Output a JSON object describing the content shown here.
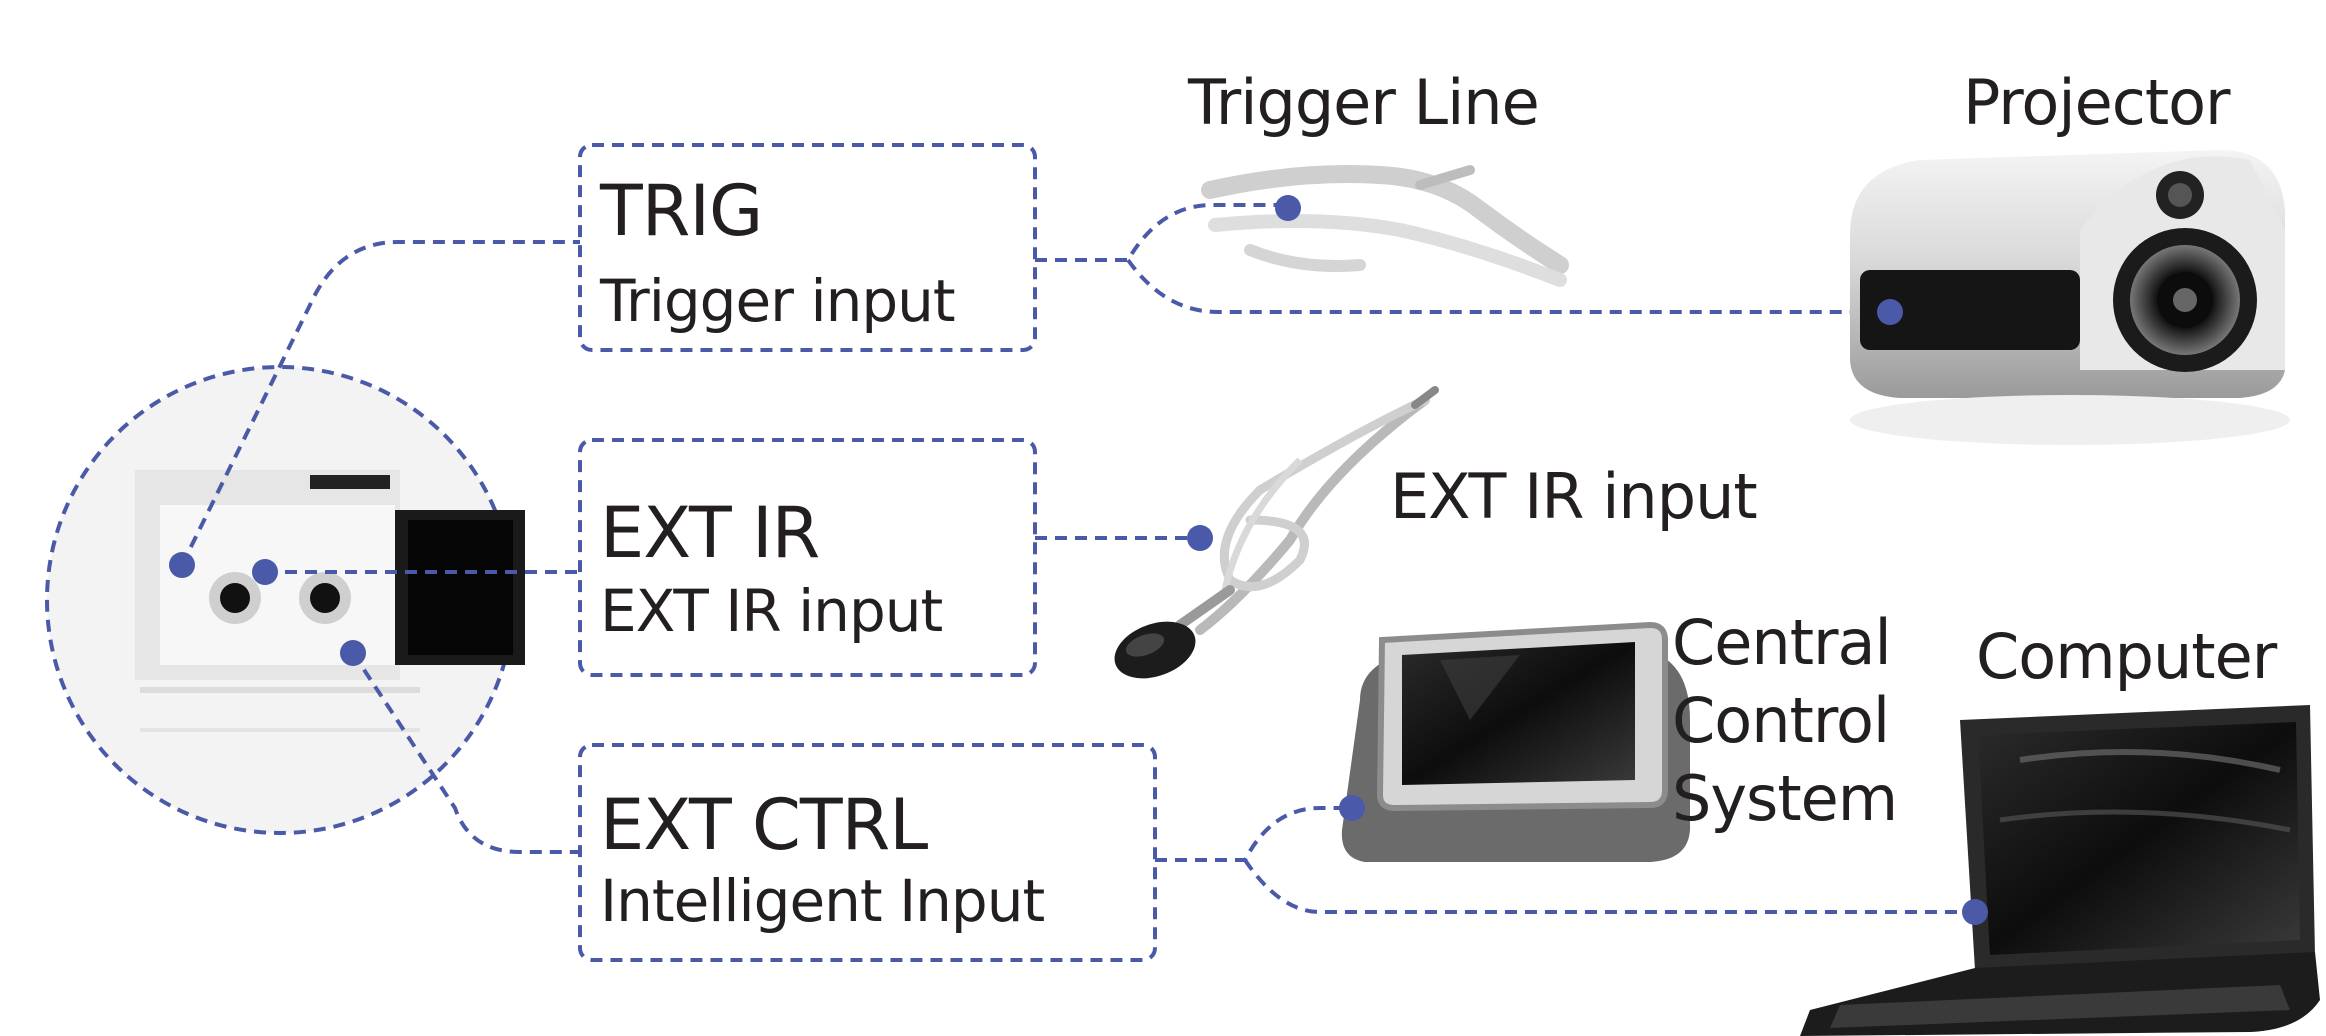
{
  "boxes": {
    "trig": {
      "title": "TRIG",
      "subtitle": "Trigger input"
    },
    "ext_ir": {
      "title": "EXT IR",
      "subtitle": "EXT IR input"
    },
    "ext_ctrl": {
      "title": "EXT CTRL",
      "subtitle": "Intelligent Input"
    }
  },
  "devices": {
    "trigger_line": "Trigger Line",
    "projector": "Projector",
    "ext_ir_receiver": "EXT IR input",
    "central_control": [
      "Central",
      "Control",
      "System"
    ],
    "computer": "Computer"
  },
  "colors": {
    "connector": "#4a5aa8",
    "text": "#231f20"
  }
}
